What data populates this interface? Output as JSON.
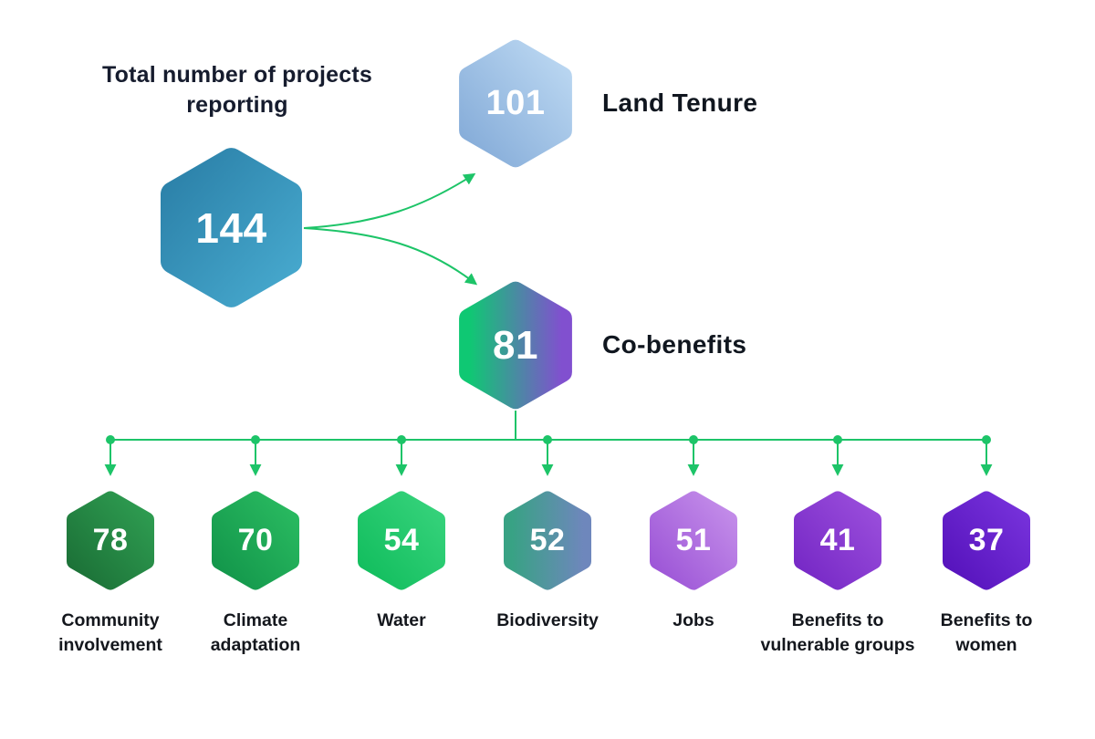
{
  "heading": {
    "title": "Total number of projects reporting"
  },
  "colors": {
    "connector": "#1DC468",
    "heading_text": "#161C2E",
    "branch_label_text": "#10161F",
    "co_label_text": "#14171D",
    "number_text": "#FFFFFF"
  },
  "root": {
    "value": "144",
    "gradient": [
      "#2B80A8",
      "#47A9CE"
    ]
  },
  "branches": [
    {
      "value": "101",
      "label": "Land Tenure",
      "gradient": [
        "#BCD8F2",
        "#84ABD8"
      ]
    },
    {
      "value": "81",
      "label": "Co-benefits",
      "gradient": [
        "#0FC873",
        "#8150CF"
      ]
    }
  ],
  "co_benefits": [
    {
      "value": "78",
      "label": "Community involvement",
      "gradient": [
        "#1B6F36",
        "#2F9E52"
      ]
    },
    {
      "value": "70",
      "label": "Climate adaptation",
      "gradient": [
        "#12954A",
        "#2ABB61"
      ]
    },
    {
      "value": "54",
      "label": "Water",
      "gradient": [
        "#11BD5D",
        "#37D37C"
      ]
    },
    {
      "value": "52",
      "label": "Biodiversity",
      "gradient": [
        "#38A284",
        "#6E87BC"
      ]
    },
    {
      "value": "51",
      "label": "Jobs",
      "gradient": [
        "#C58FEA",
        "#9B53D6"
      ]
    },
    {
      "value": "41",
      "label": "Benefits to vulnerable groups",
      "gradient": [
        "#9B4FDC",
        "#7527C5"
      ]
    },
    {
      "value": "37",
      "label": "Benefits to women",
      "gradient": [
        "#7833DC",
        "#5512BB"
      ]
    }
  ]
}
